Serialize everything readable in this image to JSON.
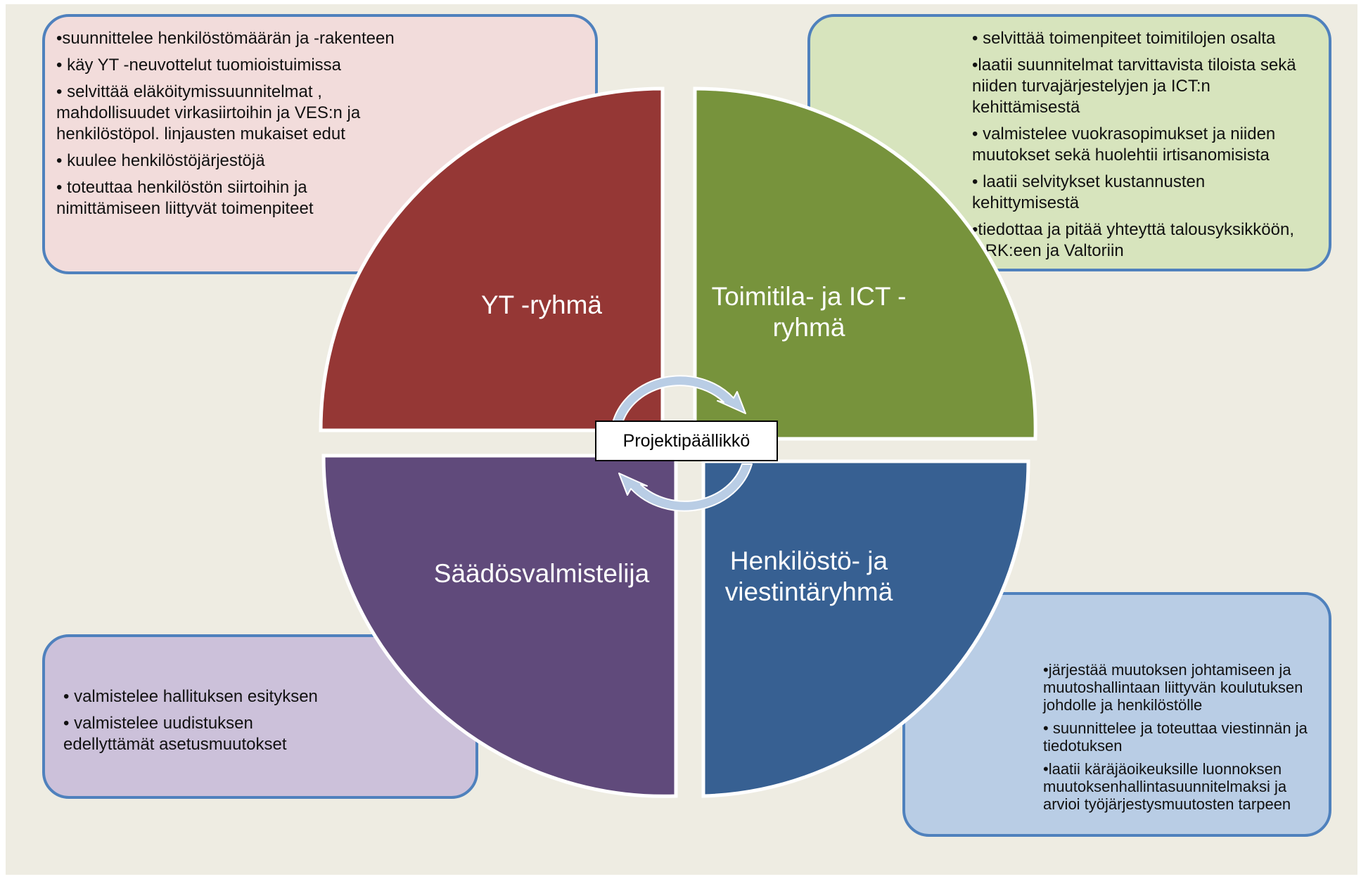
{
  "colors": {
    "background": "#eeece2",
    "yt_quadrant": "#953735",
    "ict_quadrant": "#77933c",
    "saad_quadrant": "#604a7b",
    "henk_quadrant": "#376092",
    "box_border": "#4f81bd",
    "cycle_arrows": "#b9cde5"
  },
  "quadrants": {
    "yt": {
      "label": "YT -ryhmä"
    },
    "ict": {
      "label_line1": "Toimitila- ja ICT -",
      "label_line2": "ryhmä"
    },
    "saad": {
      "label": "Säädösvalmistelija"
    },
    "henk": {
      "label_line1": "Henkilöstö- ja",
      "label_line2": "viestintäryhmä"
    }
  },
  "center": {
    "label": "Projektipäällikkö",
    "icon": "cycle-arrows-icon"
  },
  "boxes": {
    "yt": {
      "items": [
        "suunnittelee henkilöstömäärän ja -rakenteen",
        " käy YT -neuvottelut tuomioistuimissa",
        " selvittää eläköitymissuunnitelmat , mahdollisuudet virkasiirtoihin ja VES:n ja henkilöstöpol. linjausten mukaiset edut",
        " kuulee henkilöstöjärjestöjä",
        " toteuttaa henkilöstön siirtoihin ja nimittämiseen liittyvät toimenpiteet"
      ]
    },
    "ict": {
      "items": [
        " selvittää toimenpiteet toimitilojen osalta",
        "laatii suunnitelmat tarvittavista tiloista sekä niiden turvajärjestelyjen ja ICT:n kehittämisestä",
        " valmistelee vuokrasopimukset ja niiden muutokset  sekä huolehtii irtisanomisista",
        " laatii selvitykset kustannusten kehittymisestä",
        "tiedottaa ja pitää yhteyttä talousyksikköön, ORK:een ja Valtoriin"
      ]
    },
    "saad": {
      "items": [
        " valmistelee hallituksen esityksen",
        " valmistelee uudistuksen edellyttämät asetusmuutokset"
      ]
    },
    "henk": {
      "items": [
        "järjestää muutoksen johtamiseen ja muutoshallintaan liittyvän koulutuksen johdolle ja henkilöstölle",
        " suunnittelee ja toteuttaa viestinnän ja tiedotuksen",
        "laatii käräjäoikeuksille luonnoksen muutoksenhallintasuunnitelmaksi ja arvioi työjärjestysmuutosten tarpeen"
      ]
    }
  }
}
